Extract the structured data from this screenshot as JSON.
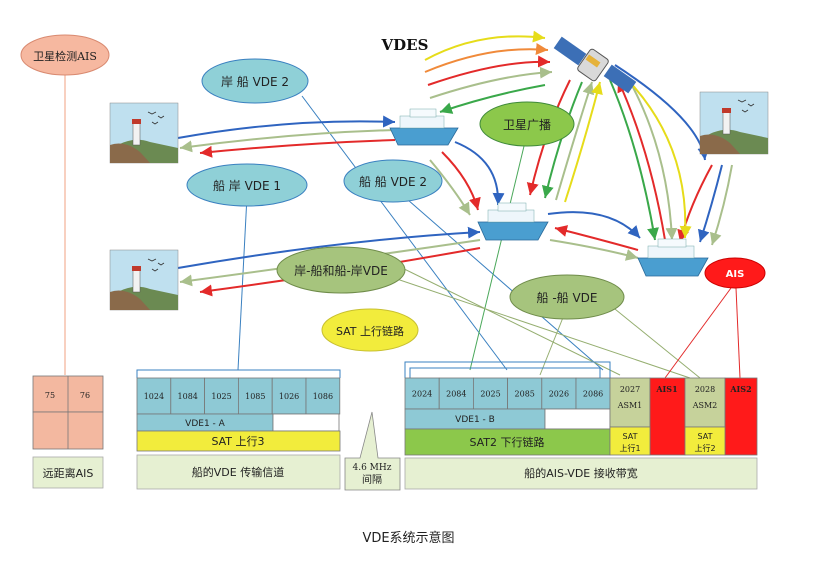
{
  "title": "VDES",
  "caption": "VDE系统示意图",
  "ellipses": {
    "sat_detect": "卫星检测AIS",
    "shore_ship": "岸 船 VDE 2",
    "ship_shore": "船 岸 VDE 1",
    "ship_ship2": "船 船 VDE 2",
    "sat_broadcast": "卫星广播",
    "shore_ship_both": "岸-船和船-岸VDE",
    "ship_ship": "船 -船 VDE",
    "ais": "AIS"
  },
  "sat_uplink_label": "SAT 上行链路",
  "far_ais": {
    "cells": [
      "75",
      "76",
      "",
      ""
    ],
    "label": "远距离AIS"
  },
  "left_band": {
    "channels": [
      "1024",
      "1084",
      "1025",
      "1085",
      "1026",
      "1086"
    ],
    "vde_label": "VDE1 - A",
    "sat_label": "SAT 上行3",
    "footer": "船的VDE 传输信道"
  },
  "gap": {
    "line1": "4.6 MHz",
    "line2": "间隔"
  },
  "right_band": {
    "channels": [
      "2024",
      "2084",
      "2025",
      "2085",
      "2026",
      "2086"
    ],
    "vde_label": "VDE1 - B",
    "sat_label": "SAT2 下行链路",
    "asm1_num": "2027",
    "asm1": "ASM1",
    "ais1": "AIS1",
    "asm2_num": "2028",
    "asm2": "ASM2",
    "ais2": "AIS2",
    "sat_up1_a": "SAT",
    "sat_up1_b": "上行1",
    "sat_up2_a": "SAT",
    "sat_up2_b": "上行2",
    "footer": "船的AIS-VDE 接收带宽"
  },
  "colors": {
    "ellipse_teal": "#8fd0d7",
    "ellipse_green": "#a6c47d",
    "ellipse_salmon": "#f6b8a0",
    "ais_red": "#ff1a1a",
    "channel_blue": "#8ec9d5",
    "sat_yellow": "#f2ec3c",
    "sat_green": "#8cc84b",
    "footer_green": "#e6f0d2",
    "cell_peach": "#f3b8a0",
    "asm_khaki": "#c6d29b"
  }
}
